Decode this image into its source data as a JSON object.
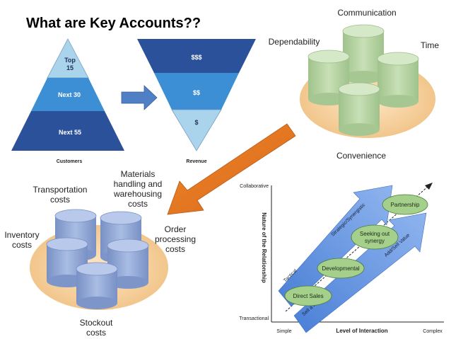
{
  "title": "What are Key Accounts??",
  "customers_pyramid": {
    "levels": [
      "Top",
      "15",
      "Next 30",
      "Next 55"
    ],
    "caption": "Customers"
  },
  "revenue_funnel": {
    "levels": [
      "$$$",
      "$$",
      "$"
    ],
    "caption": "Revenue"
  },
  "relationship_cylinders": {
    "labels": [
      "Communication",
      "Dependability",
      "Time",
      "Convenience"
    ]
  },
  "cost_cylinders": {
    "labels": [
      "Materials",
      "handling and",
      "warehousing",
      "costs",
      "Transportation",
      "costs",
      "Inventory",
      "costs",
      "Order",
      "processing",
      "costs",
      "Stockout",
      "costs"
    ]
  },
  "relationship_chart": {
    "y_axis_label": "Nature of the Relationship",
    "y_top": "Collaborative",
    "y_bottom": "Transactional",
    "x_axis_label": "Level of Interaction",
    "x_left": "Simple",
    "x_right": "Complex",
    "stages": [
      "Direct Sales",
      "Developmental",
      "Seeking out",
      "synergy",
      "Partnership"
    ],
    "left_arrow": [
      "Tactical",
      "Strategic/Synergistic"
    ],
    "right_arrow": [
      "Sell a Product",
      "Add/Sell Value"
    ]
  },
  "colors": {
    "pyramid_light": "#a9d4ec",
    "pyramid_mid": "#3c8fd4",
    "pyramid_dark": "#2c519b",
    "cylinder_green": "#b3d09f",
    "cylinder_blue": "#8fa7d4",
    "base_orange": "#f6d3a1",
    "arrow_orange": "#e8761e",
    "chart_arrow_blue": "#5c8ee0",
    "stage_green": "#a4d08c"
  }
}
